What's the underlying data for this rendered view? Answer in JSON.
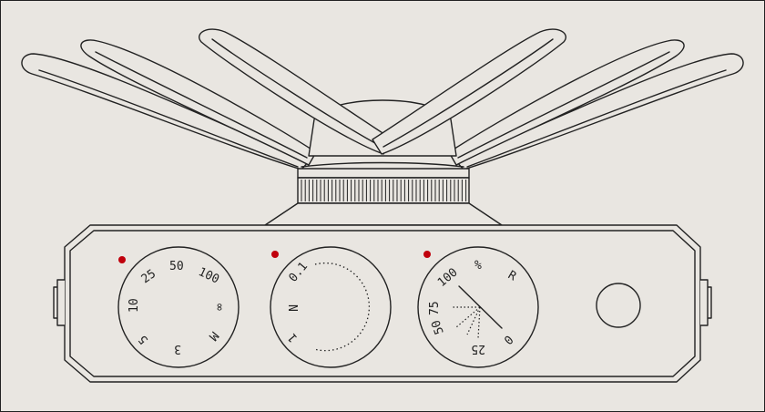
{
  "colors": {
    "background": "#e9e6e1",
    "stroke": "#222222",
    "indicator": "#c0000c"
  },
  "dials": [
    {
      "name": "dial-left",
      "labels": [
        {
          "text": "25"
        },
        {
          "text": "50"
        },
        {
          "text": "100"
        },
        {
          "text": "10"
        },
        {
          "text": "∞"
        },
        {
          "text": "5"
        },
        {
          "text": "3"
        },
        {
          "text": "M"
        }
      ]
    },
    {
      "name": "dial-middle",
      "labels": [
        {
          "text": "0.1"
        },
        {
          "text": "N"
        },
        {
          "text": "1"
        }
      ]
    },
    {
      "name": "dial-right",
      "labels": [
        {
          "text": "100"
        },
        {
          "text": "%"
        },
        {
          "text": "R"
        },
        {
          "text": "75"
        },
        {
          "text": "50"
        },
        {
          "text": "25"
        },
        {
          "text": "0"
        }
      ]
    }
  ]
}
